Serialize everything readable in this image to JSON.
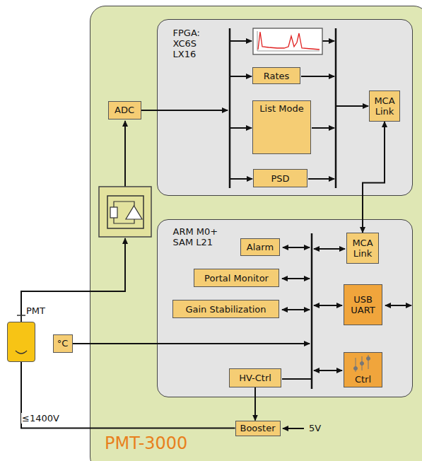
{
  "diagram": {
    "nodes": [
      {
        "text": [
          "PMT-3000"
        ]
      },
      {
        "text": [
          "FPGA: XC6S LX16"
        ],
        "in": 0
      },
      {
        "text": [
          "Rates"
        ],
        "in": 1
      },
      {
        "text": [
          "List Mode"
        ],
        "in": 1
      },
      {
        "text": [
          "PSD"
        ],
        "in": 1
      },
      {
        "text": [
          "MCA Link"
        ],
        "in": 1
      },
      {
        "text": [
          "ADC"
        ],
        "in": 0
      },
      {
        "text": [
          "ARM M0+ SAM L21"
        ],
        "in": 0
      },
      {
        "text": [
          "Alarm"
        ],
        "in": 7
      },
      {
        "text": [
          "MCA Link"
        ],
        "in": 7
      },
      {
        "text": [
          "Portal Monitor"
        ],
        "in": 7
      },
      {
        "text": [
          "Gain Stabilization"
        ],
        "in": 7
      },
      {
        "text": [
          "USB UART"
        ],
        "in": 7
      },
      {
        "text": [
          "HV-Ctrl"
        ],
        "in": 7
      },
      {
        "text": [
          "Ctrl"
        ],
        "in": 7
      },
      {
        "text": [
          "PMT"
        ]
      },
      {
        "text": [
          "°C"
        ],
        "in": 0
      },
      {
        "text": [
          "Booster"
        ],
        "in": 0
      }
    ],
    "edges": [
      {
        "from": 5,
        "to": 9,
        "arrow": "both"
      },
      {
        "from": 13,
        "to": 17,
        "arrow": "to"
      },
      {
        "from": 17,
        "to": 15,
        "label": "≤1400V",
        "arrow": "none"
      }
    ],
    "labels": [
      "5V"
    ]
  }
}
